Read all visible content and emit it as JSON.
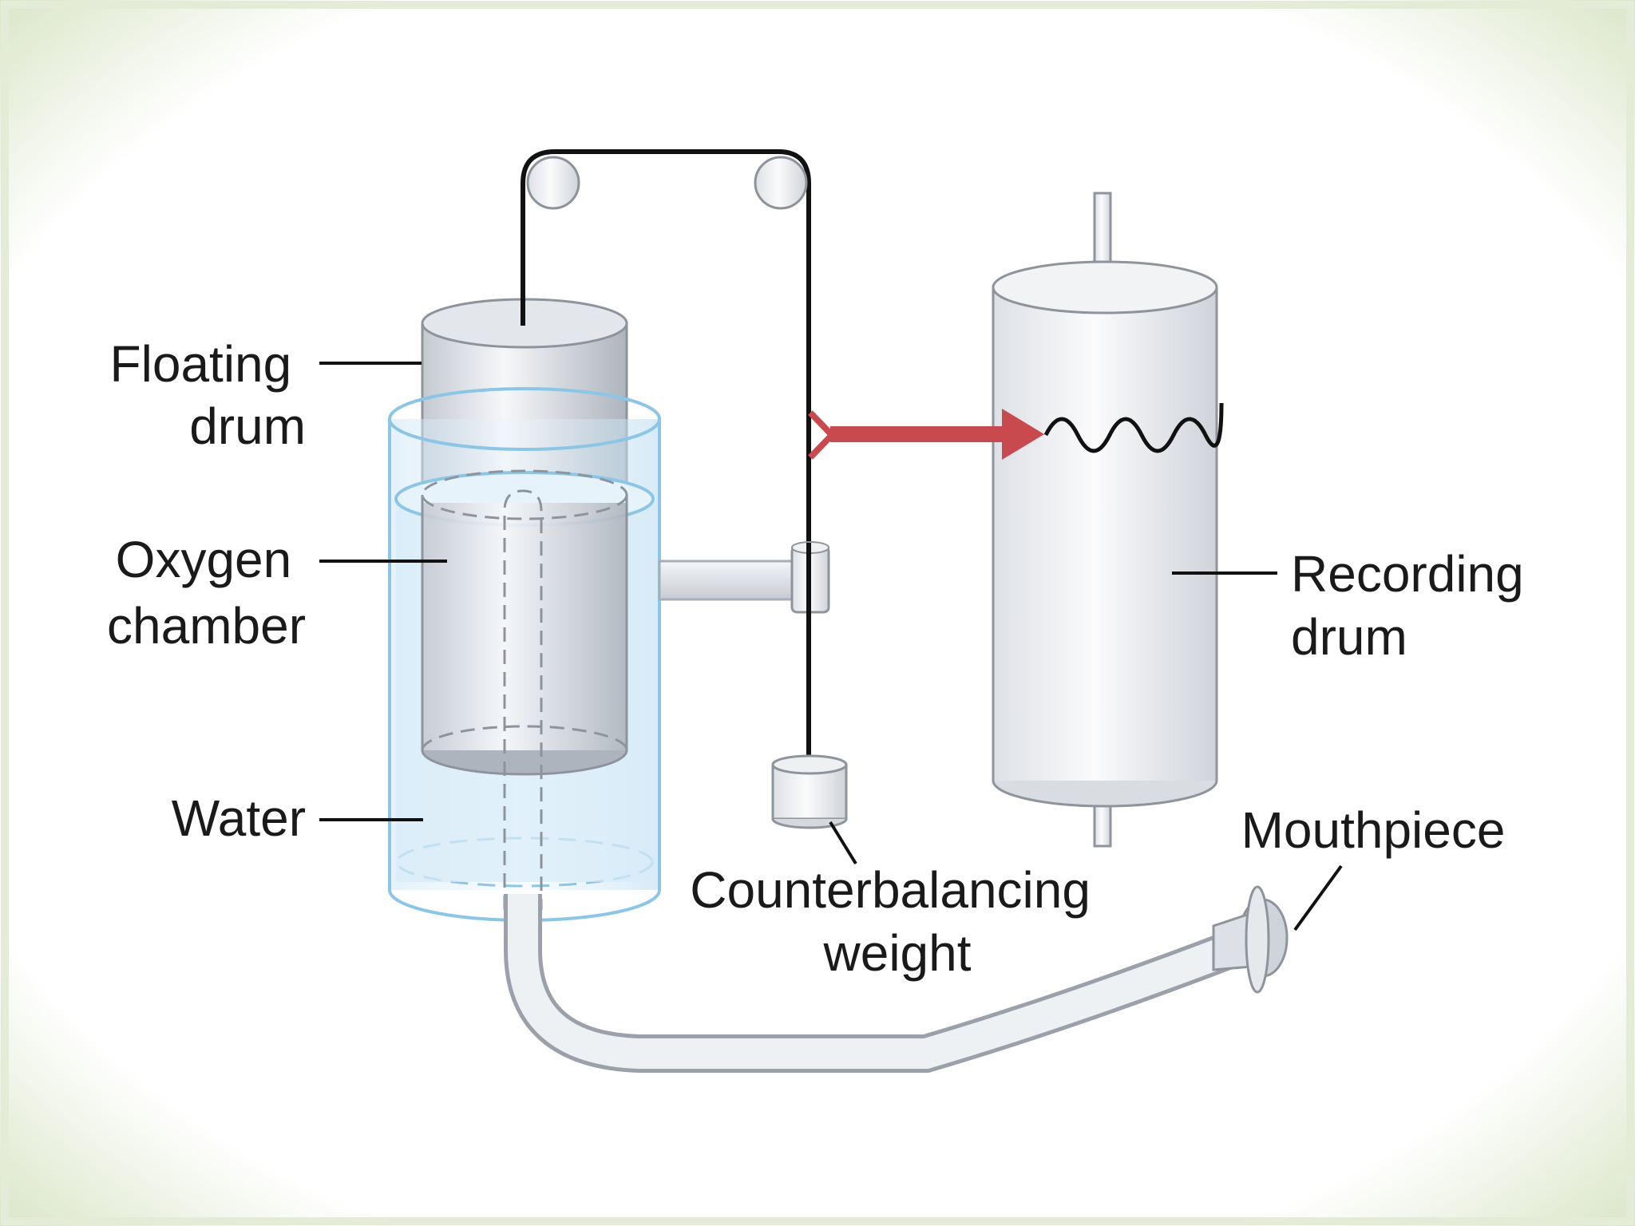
{
  "labels": {
    "floating_drum": [
      "Floating",
      "drum"
    ],
    "oxygen_chamber": [
      "Oxygen",
      "chamber"
    ],
    "water": [
      "Water"
    ],
    "counterbalancing_weight": [
      "Counterbalancing",
      "weight"
    ],
    "recording_drum": [
      "Recording",
      "drum"
    ],
    "mouthpiece": [
      "Mouthpiece"
    ]
  },
  "colors": {
    "frame": "#dfe8cf",
    "water_outline": "#8cc6e6",
    "water_fill": "#d4eaf7",
    "drum_gray": "#c9ced6",
    "arrow": "#c84a4f",
    "wire": "#111111"
  },
  "icons": [
    "pulley-icon",
    "recording-arrow-icon",
    "mouthpiece-icon"
  ]
}
